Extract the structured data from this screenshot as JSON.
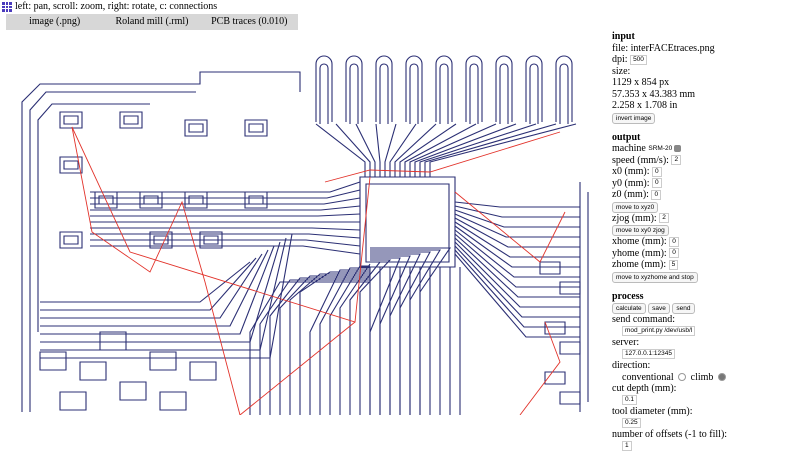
{
  "header": {
    "hint": "left: pan, scroll: zoom, right: rotate, c: connections"
  },
  "tabs": [
    "image (.png)",
    "Roland mill (.rml)",
    "PCB traces (0.010)"
  ],
  "input": {
    "heading": "input",
    "file": "file: interFACEtraces.png",
    "dpi_label": "dpi:",
    "dpi_value": "500",
    "size_label": "size:",
    "size_px": "1129 x 854 px",
    "size_mm": "57.353 x 43.383 mm",
    "size_in": "2.258 x 1.708 in",
    "invert_button": "invert image"
  },
  "output": {
    "heading": "output",
    "machine_label": "machine",
    "machine_value": "SRM-20",
    "speed_label": "speed (mm/s):",
    "speed_value": "2",
    "x0_label": "x0 (mm):",
    "x0_value": "0",
    "y0_label": "y0 (mm):",
    "y0_value": "0",
    "z0_label": "z0 (mm):",
    "z0_value": "0",
    "move_xyz0": "move to xyz0",
    "zjog_label": "zjog (mm):",
    "zjog_value": "2",
    "move_xy0": "move to xy0 zjog",
    "xhome_label": "xhome (mm):",
    "xhome_value": "0",
    "yhome_label": "yhome (mm):",
    "yhome_value": "0",
    "zhome_label": "zhome (mm):",
    "zhome_value": "5",
    "move_home": "move to xyzhome and stop"
  },
  "process": {
    "heading": "process",
    "calculate": "calculate",
    "save": "save",
    "send": "send",
    "send_cmd_label": "send command:",
    "send_cmd_value": "mod_print.py /dev/usb/l",
    "server_label": "server:",
    "server_value": "127.0.0.1:12345",
    "direction_label": "direction:",
    "conventional": "conventional",
    "climb": "climb",
    "cut_depth_label": "cut depth (mm):",
    "cut_depth_value": "0.1",
    "tool_diameter_label": "tool diameter (mm):",
    "tool_diameter_value": "0.25",
    "offsets_label": "number of offsets (-1 to fill):",
    "offsets_value": "1"
  },
  "colors": {
    "trace": "#2b2f74",
    "rapid": "#e2332b",
    "tab_bg": "#d7d7d7"
  }
}
